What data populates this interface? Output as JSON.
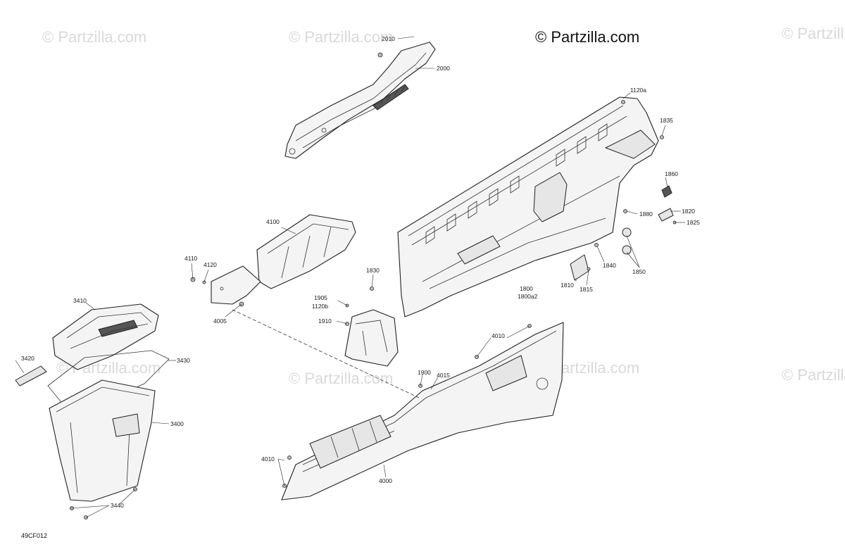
{
  "brand": {
    "text": "© Partzilla.com"
  },
  "watermark": {
    "text": "© Partzilla.com"
  },
  "diagram_code": "49CF012",
  "callouts": {
    "c2010": "2010",
    "c2000": "2000",
    "c1120a": "1120a",
    "c1835": "1835",
    "c1860": "1860",
    "c1880": "1880",
    "c1820": "1820",
    "c1825": "1825",
    "c1840": "1840",
    "c1850": "1850",
    "c1810": "1810",
    "c1815": "1815",
    "c1800": "1800",
    "c1800a2": "1800a2",
    "c1830": "1830",
    "c1905": "1905",
    "c1120b": "1120b",
    "c1910": "1910",
    "c4100": "4100",
    "c4110": "4110",
    "c4120": "4120",
    "c4005": "4005",
    "c3410": "3410",
    "c3420": "3420",
    "c3430": "3430",
    "c3400": "3400",
    "c3440": "3440",
    "c4010a": "4010",
    "c1900": "1900",
    "c4015": "4015",
    "c4010b": "4010",
    "c4000": "4000"
  }
}
